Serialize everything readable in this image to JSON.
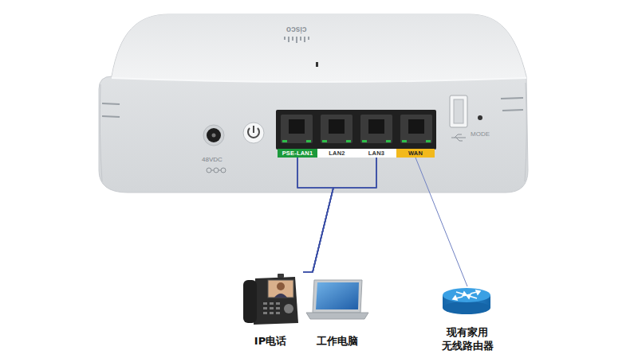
{
  "diagram": {
    "nodes": [
      {
        "text": [
          "PSE-LAN1"
        ]
      },
      {
        "text": [
          "LAN2"
        ]
      },
      {
        "text": [
          "LAN3"
        ]
      },
      {
        "text": [
          "WAN"
        ]
      },
      {
        "text": [
          "IP电话"
        ]
      },
      {
        "text": [
          "工作电脑"
        ]
      },
      {
        "text": [
          "现有家用 无线路由器"
        ]
      }
    ],
    "edges": [
      {
        "from": 0,
        "to": 4,
        "arrow": "none"
      },
      {
        "from": 0,
        "to": 5,
        "arrow": "none"
      },
      {
        "from": 2,
        "to": 4,
        "arrow": "none"
      },
      {
        "from": 2,
        "to": 5,
        "arrow": "none"
      },
      {
        "from": 3,
        "to": 6,
        "arrow": "none"
      }
    ],
    "labels": [
      "cisco",
      "48VDC",
      "MODE"
    ]
  }
}
